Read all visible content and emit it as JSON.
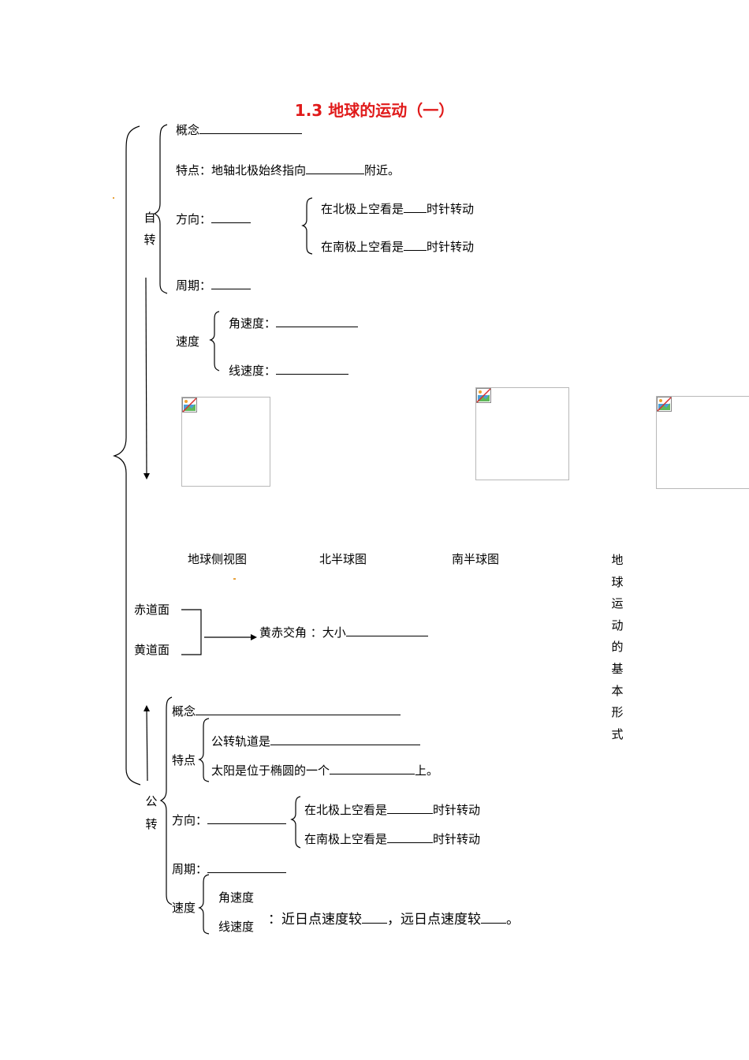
{
  "title": "1.3 地球的运动（一）",
  "side_label": [
    "地",
    "球",
    "运",
    "动",
    "的",
    "基",
    "本",
    "形",
    "式"
  ],
  "rotation": {
    "label": [
      "自",
      "转"
    ],
    "concept": "概念",
    "feature_prefix": "特点：地轴北极始终指向",
    "feature_suffix": "附近。",
    "direction": "方向：",
    "north_view": "在北极上空看是",
    "south_view": "在南极上空看是",
    "clock_suffix": "时针转动",
    "period": "周期：",
    "speed": "速度",
    "angular_speed": "角速度：",
    "linear_speed": "线速度："
  },
  "figures": {
    "captions": [
      "地球侧视图",
      "北半球图",
      "南半球图"
    ],
    "image_icon": "broken-image-icon"
  },
  "obliquity": {
    "equator_plane": "赤道面",
    "ecliptic_plane": "黄道面",
    "angle_label": "黄赤交角 ：大小"
  },
  "revolution": {
    "label": [
      "公",
      "转"
    ],
    "concept": "概念",
    "feature": "特点",
    "orbit": "公转轨道是",
    "sun_prefix": "太阳是位于椭圆的一个",
    "sun_suffix": "上。",
    "direction": "方向：",
    "north_view": "在北极上空看是",
    "south_view": "在南极上空看是",
    "clock_suffix": "时针转动",
    "period": "周期：",
    "speed": "速度",
    "angular_speed": "角速度",
    "linear_speed": "线速度",
    "perihelion_prefix": "：近日点速度较",
    "aphelion_prefix": "，远日点速度较",
    "end_mark": "。"
  },
  "colors": {
    "title": "#e01a1a",
    "image_border": "#b8b8b8",
    "dot": "#e8a23c"
  }
}
